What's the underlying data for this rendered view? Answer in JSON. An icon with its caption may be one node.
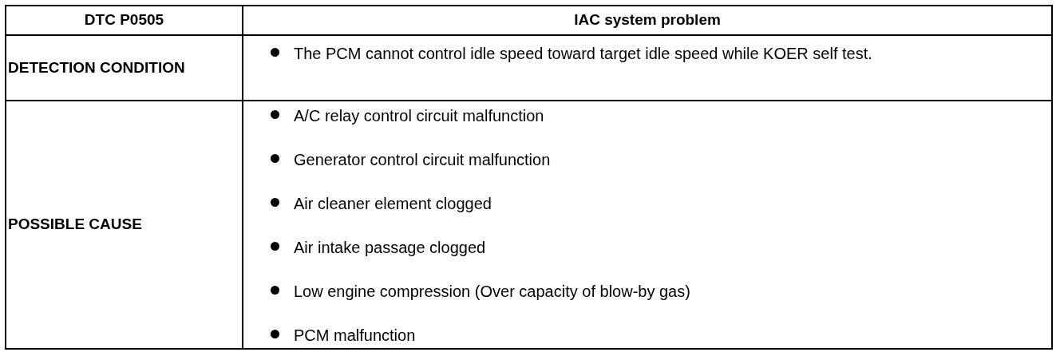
{
  "diagram": {
    "labels": [
      "DTC P0505",
      "IAC system problem",
      "DETECTION CONDITION",
      "The PCM cannot control idle speed toward target idle speed while KOER self test.",
      "POSSIBLE CAUSE",
      "A/C relay control circuit malfunction",
      "Generator control circuit malfunction",
      "Air cleaner element clogged",
      "Air intake passage clogged",
      "Low engine compression (Over capacity of blow-by gas)",
      "PCM malfunction"
    ]
  }
}
